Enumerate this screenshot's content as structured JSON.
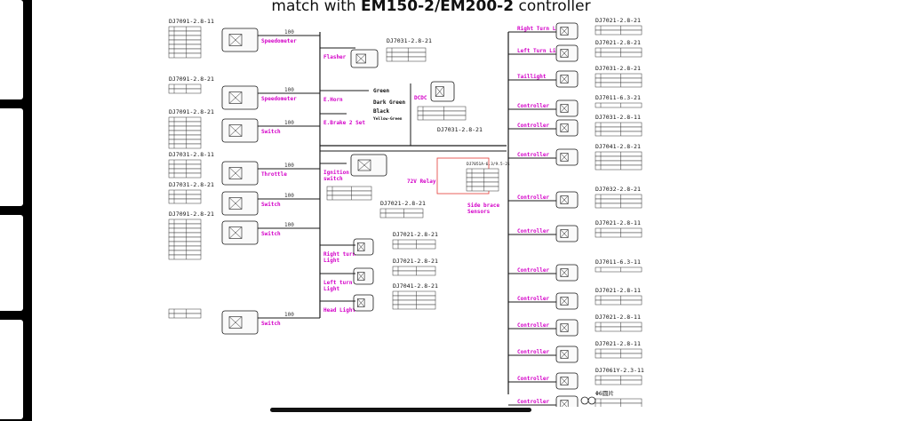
{
  "colors": {
    "wire": "#1a1a1a",
    "label": "#d400c8",
    "table": "#333333",
    "sidebar": "#000000"
  },
  "title": {
    "prefix": "match with ",
    "bold": "EM150-2/EM200-2",
    "suffix": " controller"
  },
  "center": {
    "green": "Green",
    "dark_green": "Dark Green",
    "black": "Black",
    "yellow_green": "Yellow-Green",
    "relay": "72V Relay",
    "controller_label": "DJ7051A-6.3/9.5-21",
    "side_brace": "Side brace\nSensors",
    "dj7031_top": "DJ7031-2.8-21",
    "dj7031_bottom": "DJ7031-2.8-21",
    "dcdc": "DCDC"
  },
  "left_connectors": [
    {
      "code": "DJ7091-2.8-11",
      "label": "Speedometer",
      "len": "100"
    },
    {
      "code": "DJ7091-2.8-21",
      "label": "Speedometer",
      "len": "100"
    },
    {
      "code": "DJ7091-2.8-21",
      "label": "Switch",
      "len": "100"
    },
    {
      "code": "DJ7031-2.8-11",
      "label": "Throttle",
      "len": "100"
    },
    {
      "code": "DJ7031-2.8-21",
      "label": "Switch",
      "len": "100"
    },
    {
      "code": "DJ7091-2.8-21",
      "label": "Switch",
      "len": "100"
    },
    {
      "code": "",
      "label": "Switch",
      "len": "100"
    }
  ],
  "mid_labels": [
    "Flasher",
    "E.Horn",
    "E.Brake 2 Set",
    "Ignition\nswitch",
    "Right turn\nLight",
    "Left turn\nLight",
    "Head Light"
  ],
  "mid_codes": [
    "DJ7021-2.8-21",
    "DJ7021-2.8-21",
    "DJ7021-2.8-21",
    "DJ7041-2.8-21"
  ],
  "right_connectors": [
    {
      "code": "DJ7021-2.8-21",
      "label": "Right Turn Light"
    },
    {
      "code": "DJ7021-2.8-21",
      "label": "Left Turn Light"
    },
    {
      "code": "DJ7031-2.8-21",
      "label": "Taillight"
    },
    {
      "code": "DJ7011-6.3-21",
      "label": "Controller"
    },
    {
      "code": "DJ7031-2.8-11",
      "label": "Controller"
    },
    {
      "code": "DJ7041-2.8-21",
      "label": "Controller"
    },
    {
      "code": "DJ7032-2.8-21",
      "label": "Controller"
    },
    {
      "code": "DJ7021-2.8-11",
      "label": "Controller"
    },
    {
      "code": "DJ7011-6.3-11",
      "label": "Controller"
    },
    {
      "code": "DJ7021-2.8-11",
      "label": "Controller"
    },
    {
      "code": "DJ7021-2.8-11",
      "label": "Controller"
    },
    {
      "code": "DJ7021-2.8-11",
      "label": "Controller"
    },
    {
      "code": "DJ7061Y-2.3-11",
      "label": "Controller"
    },
    {
      "code": "Φ6圆片",
      "label": "Controller"
    }
  ]
}
